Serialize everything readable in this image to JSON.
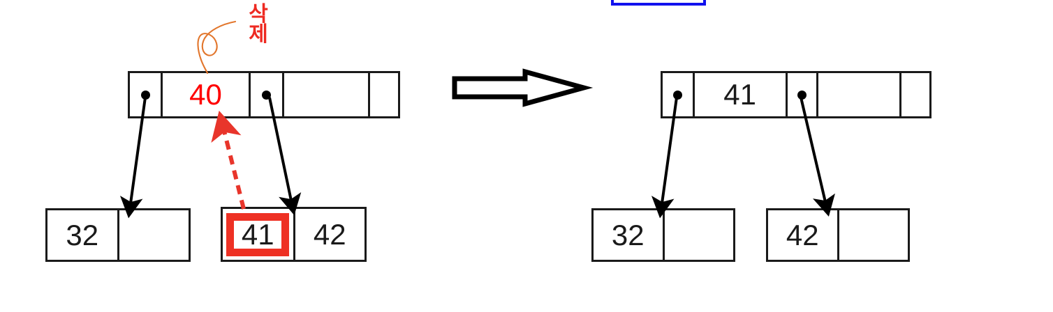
{
  "diagram": {
    "title": "B+ tree key deletion step",
    "annotation_label": "삭제",
    "annotation_color": "#ee2a22",
    "highlight_color": "#ee3124",
    "outline_color": "#1a1a1a",
    "blue_box_color": "#1111ee"
  },
  "before": {
    "root": {
      "name": "root-node-before",
      "cells": [
        {
          "type": "pointer",
          "value": ""
        },
        {
          "type": "key",
          "value": "40",
          "color": "#ff0000"
        },
        {
          "type": "pointer",
          "value": ""
        },
        {
          "type": "empty",
          "value": ""
        },
        {
          "type": "empty",
          "value": ""
        }
      ]
    },
    "leaves": [
      {
        "name": "leaf-node-32-before",
        "cells": [
          {
            "type": "key",
            "value": "32"
          },
          {
            "type": "empty",
            "value": ""
          }
        ]
      },
      {
        "name": "leaf-node-41-42-before",
        "cells": [
          {
            "type": "key",
            "value": "41",
            "highlighted": true
          },
          {
            "type": "key",
            "value": "42"
          }
        ]
      }
    ]
  },
  "after": {
    "root": {
      "name": "root-node-after",
      "cells": [
        {
          "type": "pointer",
          "value": ""
        },
        {
          "type": "key",
          "value": "41"
        },
        {
          "type": "pointer",
          "value": ""
        },
        {
          "type": "empty",
          "value": ""
        },
        {
          "type": "empty",
          "value": ""
        }
      ]
    },
    "leaves": [
      {
        "name": "leaf-node-32-after",
        "cells": [
          {
            "type": "key",
            "value": "32"
          },
          {
            "type": "empty",
            "value": ""
          }
        ]
      },
      {
        "name": "leaf-node-42-after",
        "cells": [
          {
            "type": "key",
            "value": "42"
          },
          {
            "type": "empty",
            "value": ""
          }
        ]
      }
    ]
  },
  "transition_arrow": {
    "name": "transition-block-arrow",
    "direction": "right"
  }
}
